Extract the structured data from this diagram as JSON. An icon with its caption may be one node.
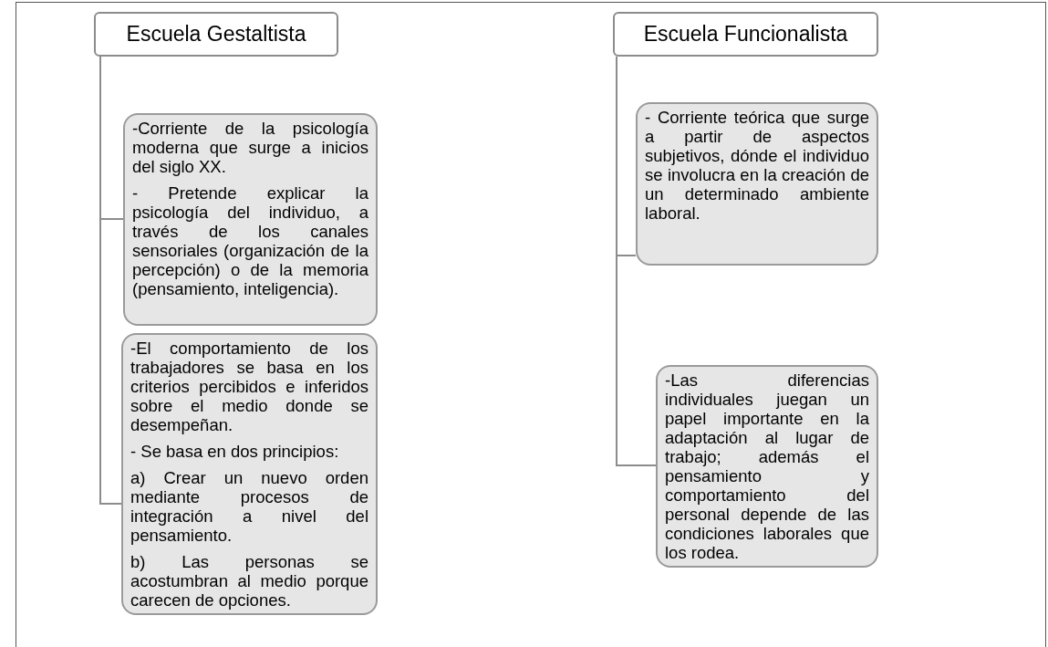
{
  "diagram": {
    "nodes": [
      {
        "text": [
          "Escuela Gestaltista"
        ]
      },
      {
        "text": [
          "-Corriente de la psicología moderna que surge a inicios del siglo XX.",
          "- Pretende explicar la psicología del individuo, a través de  los canales sensoriales (organización de la percepción)  o de la memoria (pensamiento, inteligencia)."
        ]
      },
      {
        "text": [
          "-El comportamiento de los trabajadores se basa en los criterios percibidos e inferidos sobre el medio donde se desempeñan.",
          "- Se basa en dos principios:",
          "a) Crear un nuevo orden mediante procesos de integración a nivel  del pensamiento.",
          "b)  Las personas se acostumbran  al medio porque carecen de opciones."
        ]
      },
      {
        "text": [
          "Escuela Funcionalista"
        ]
      },
      {
        "text": [
          "- Corriente teórica que surge a partir de aspectos subjetivos, dónde el individuo se involucra en la creación de un determinado ambiente laboral."
        ]
      },
      {
        "text": [
          "-Las diferencias individuales juegan un papel importante en la adaptación al lugar de trabajo; además el pensamiento y comportamiento del personal depende de las condiciones laborales que los rodea."
        ]
      }
    ],
    "edges": [
      {
        "from": 0,
        "to": 1,
        "arrow": "none"
      },
      {
        "from": 0,
        "to": 2,
        "arrow": "none"
      },
      {
        "from": 3,
        "to": 4,
        "arrow": "none"
      },
      {
        "from": 3,
        "to": 5,
        "arrow": "none"
      }
    ]
  }
}
